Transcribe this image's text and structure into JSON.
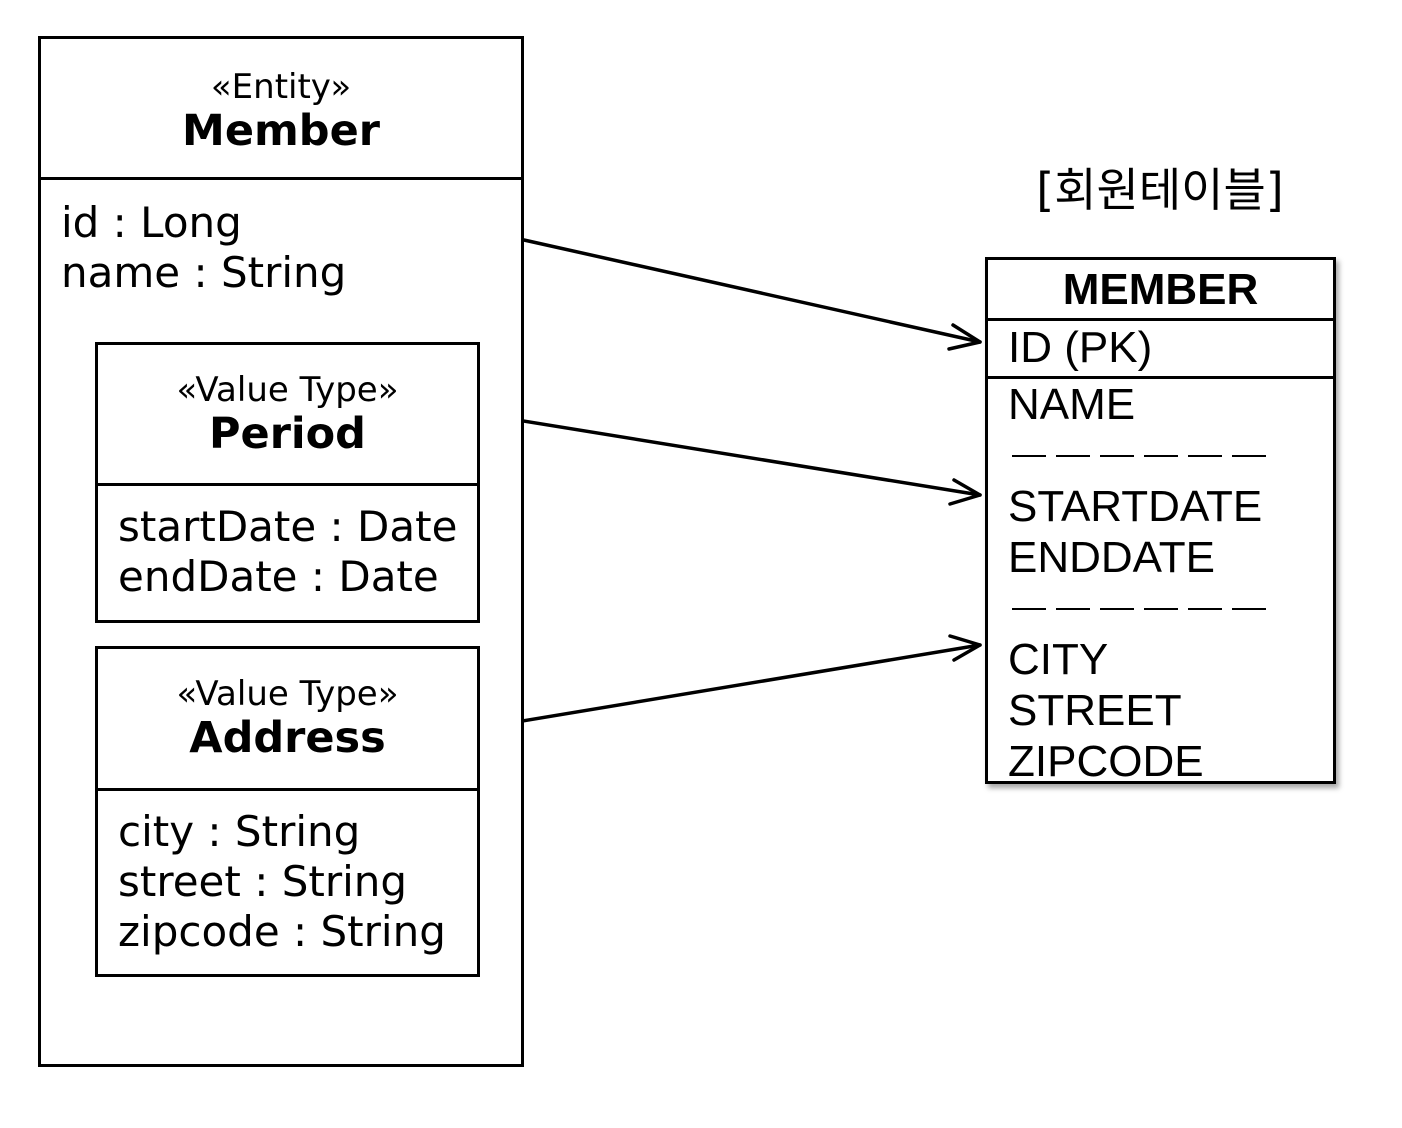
{
  "member": {
    "stereotype": "«Entity»",
    "name": "Member",
    "attributes": [
      "id : Long",
      "name : String"
    ]
  },
  "period": {
    "stereotype": "«Value Type»",
    "name": "Period",
    "attributes": [
      "startDate : Date",
      "endDate : Date"
    ]
  },
  "address": {
    "stereotype": "«Value Type»",
    "name": "Address",
    "attributes": [
      "city : String",
      "street : String",
      "zipcode : String"
    ]
  },
  "table": {
    "title": "[회원테이블]",
    "name": "MEMBER",
    "pk": "ID (PK)",
    "group1": [
      "NAME"
    ],
    "group2": [
      "STARTDATE",
      "ENDDATE"
    ],
    "group3": [
      "CITY",
      "STREET",
      "ZIPCODE"
    ]
  }
}
